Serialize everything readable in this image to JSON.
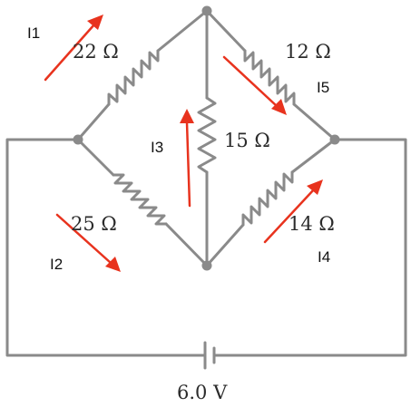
{
  "diagram": {
    "resistors": [
      {
        "id": "r1",
        "label": "22 Ω"
      },
      {
        "id": "r2",
        "label": "25 Ω"
      },
      {
        "id": "r3",
        "label": "15 Ω"
      },
      {
        "id": "r4",
        "label": "14 Ω"
      },
      {
        "id": "r5",
        "label": "12 Ω"
      }
    ],
    "battery": {
      "label": "6.0 V"
    },
    "currents": [
      {
        "id": "i1",
        "label": "I1"
      },
      {
        "id": "i2",
        "label": "I2"
      },
      {
        "id": "i3",
        "label": "I3"
      },
      {
        "id": "i4",
        "label": "I4"
      },
      {
        "id": "i5",
        "label": "I5"
      }
    ],
    "colors": {
      "wire": "#8a8a8a",
      "arrow": "#e8331e",
      "text": "#2b2b2b"
    }
  }
}
